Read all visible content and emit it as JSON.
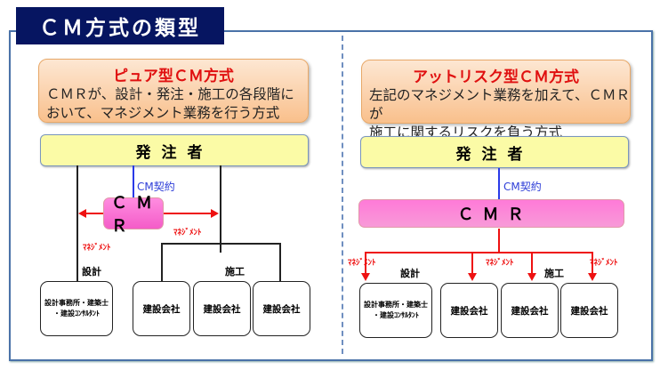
{
  "title": "ＣＭ方式の類型",
  "left": {
    "heading": "ピュア型ＣＭ方式",
    "desc_line1": "ＣＭＲが、設計・発注・施工の各段階に",
    "desc_line2": "おいて、マネジメント業務を行う方式",
    "client": "発注者",
    "contract": "CM契約",
    "cmr": "ＣＭＲ",
    "mgmt_right": "ﾏﾈｼﾞﾒﾝﾄ",
    "mgmt_left": "ﾏﾈｼﾞﾒﾝﾄ",
    "design_label": "設計",
    "construction_label": "施工",
    "boxes": [
      "設計事務所・建築士・建設コンサルタント",
      "建設会社",
      "建設会社",
      "建設会社"
    ],
    "box0_line1": "設計事務所・建築士",
    "box0_line2": "・建設ｺﾝｻﾙﾀﾝﾄ"
  },
  "right": {
    "heading": "アットリスク型ＣＭ方式",
    "desc_line1": "左記のマネジメント業務を加えて、ＣＭＲが",
    "desc_line2": "施工に関するリスクを負う方式",
    "client": "発注者",
    "contract": "CM契約",
    "cmr": "ＣＭＲ",
    "mgmt_labels": [
      "ﾏﾈｼﾞﾒﾝﾄ",
      "ﾏﾈｼﾞﾒﾝﾄ",
      "ﾏﾈｼﾞﾒﾝﾄ"
    ],
    "design_label": "設計",
    "construction_label": "施工",
    "boxes": [
      "設計事務所・建築士・建設コンサルタント",
      "建設会社",
      "建設会社",
      "建設会社"
    ],
    "box0_line1": "設計事務所・建築士",
    "box0_line2": "・建設ｺﾝｻﾙﾀﾝﾄ"
  },
  "colors": {
    "title_bg": "#061561",
    "frame": "#4a72a8",
    "heading_red": "#e01010",
    "client_yellow": "#fbfba6",
    "cmr_pink": "#f45cc8",
    "contract_blue": "#2a3ae8",
    "mgmt_red": "#ee1111"
  }
}
